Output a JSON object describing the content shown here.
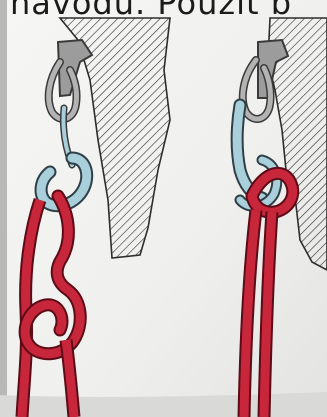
{
  "caption": {
    "text": "návodu. Použít b"
  },
  "illustration": {
    "panels": [
      {
        "name": "left",
        "depicts": "carabiner-and-quickdraw-with-rope-loop"
      },
      {
        "name": "right",
        "depicts": "carabiner-and-quickdraw-with-clipped-rope"
      }
    ],
    "colors": {
      "rope": "#c8263a",
      "rope_dark": "#8f1424",
      "quickdraw": "#a9cfdb",
      "hanger": "#9c9c9c",
      "rock_hatch": "#2d2d2d",
      "paper": "#f4f4f2"
    }
  }
}
